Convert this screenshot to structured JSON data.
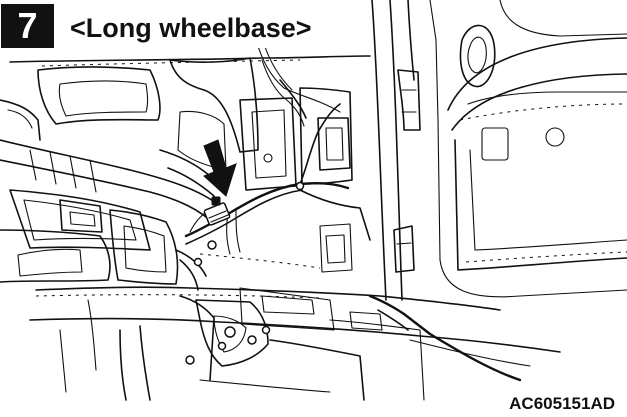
{
  "step": {
    "number": "7"
  },
  "title": "<Long wheelbase>",
  "figure_code": "AC605151AD",
  "colors": {
    "ink": "#111111",
    "paper": "#ffffff"
  },
  "icons": {
    "pointer": "arrow-down-icon"
  }
}
